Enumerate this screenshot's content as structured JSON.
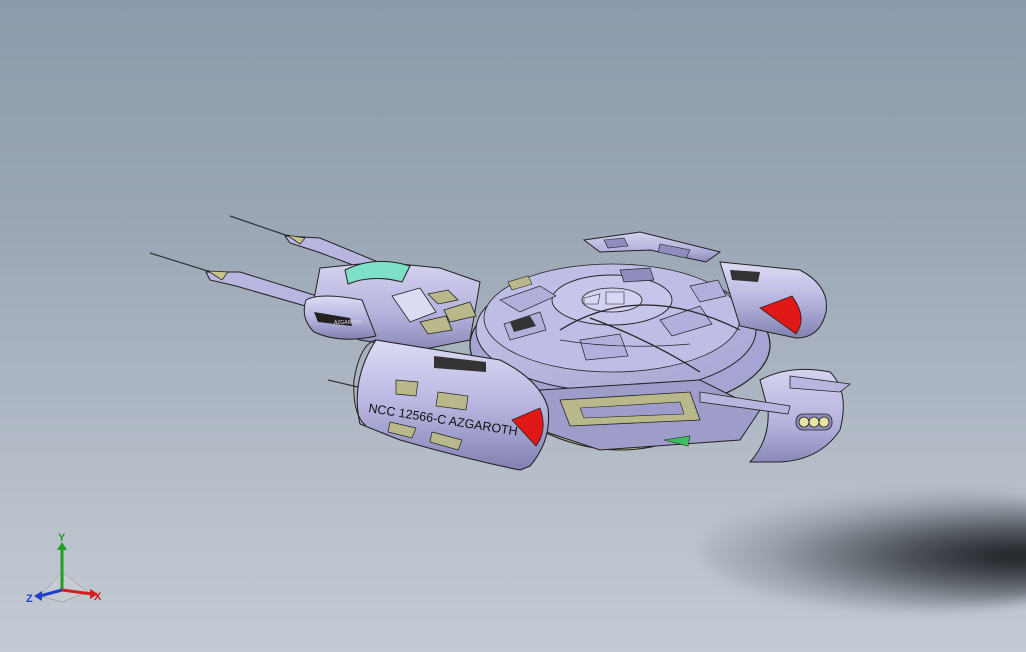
{
  "model": {
    "registry_text": "NCC 12566-C AZGAROTH",
    "nacelle_badge_text": "AZGAROTH"
  },
  "triad": {
    "x_label": "X",
    "y_label": "Y",
    "z_label": "Z",
    "x_color": "#d42020",
    "y_color": "#20a020",
    "z_color": "#2040c8"
  },
  "colors": {
    "hull": "#b8b6e0",
    "hull_shade": "#8f8dbd",
    "hull_dark": "#6e6c98",
    "panel_olive": "#b9b88a",
    "accent_red": "#e01818",
    "accent_teal": "#7fe0c8",
    "background_top": "#8c9aab",
    "background_bottom": "#c4cbd4"
  }
}
